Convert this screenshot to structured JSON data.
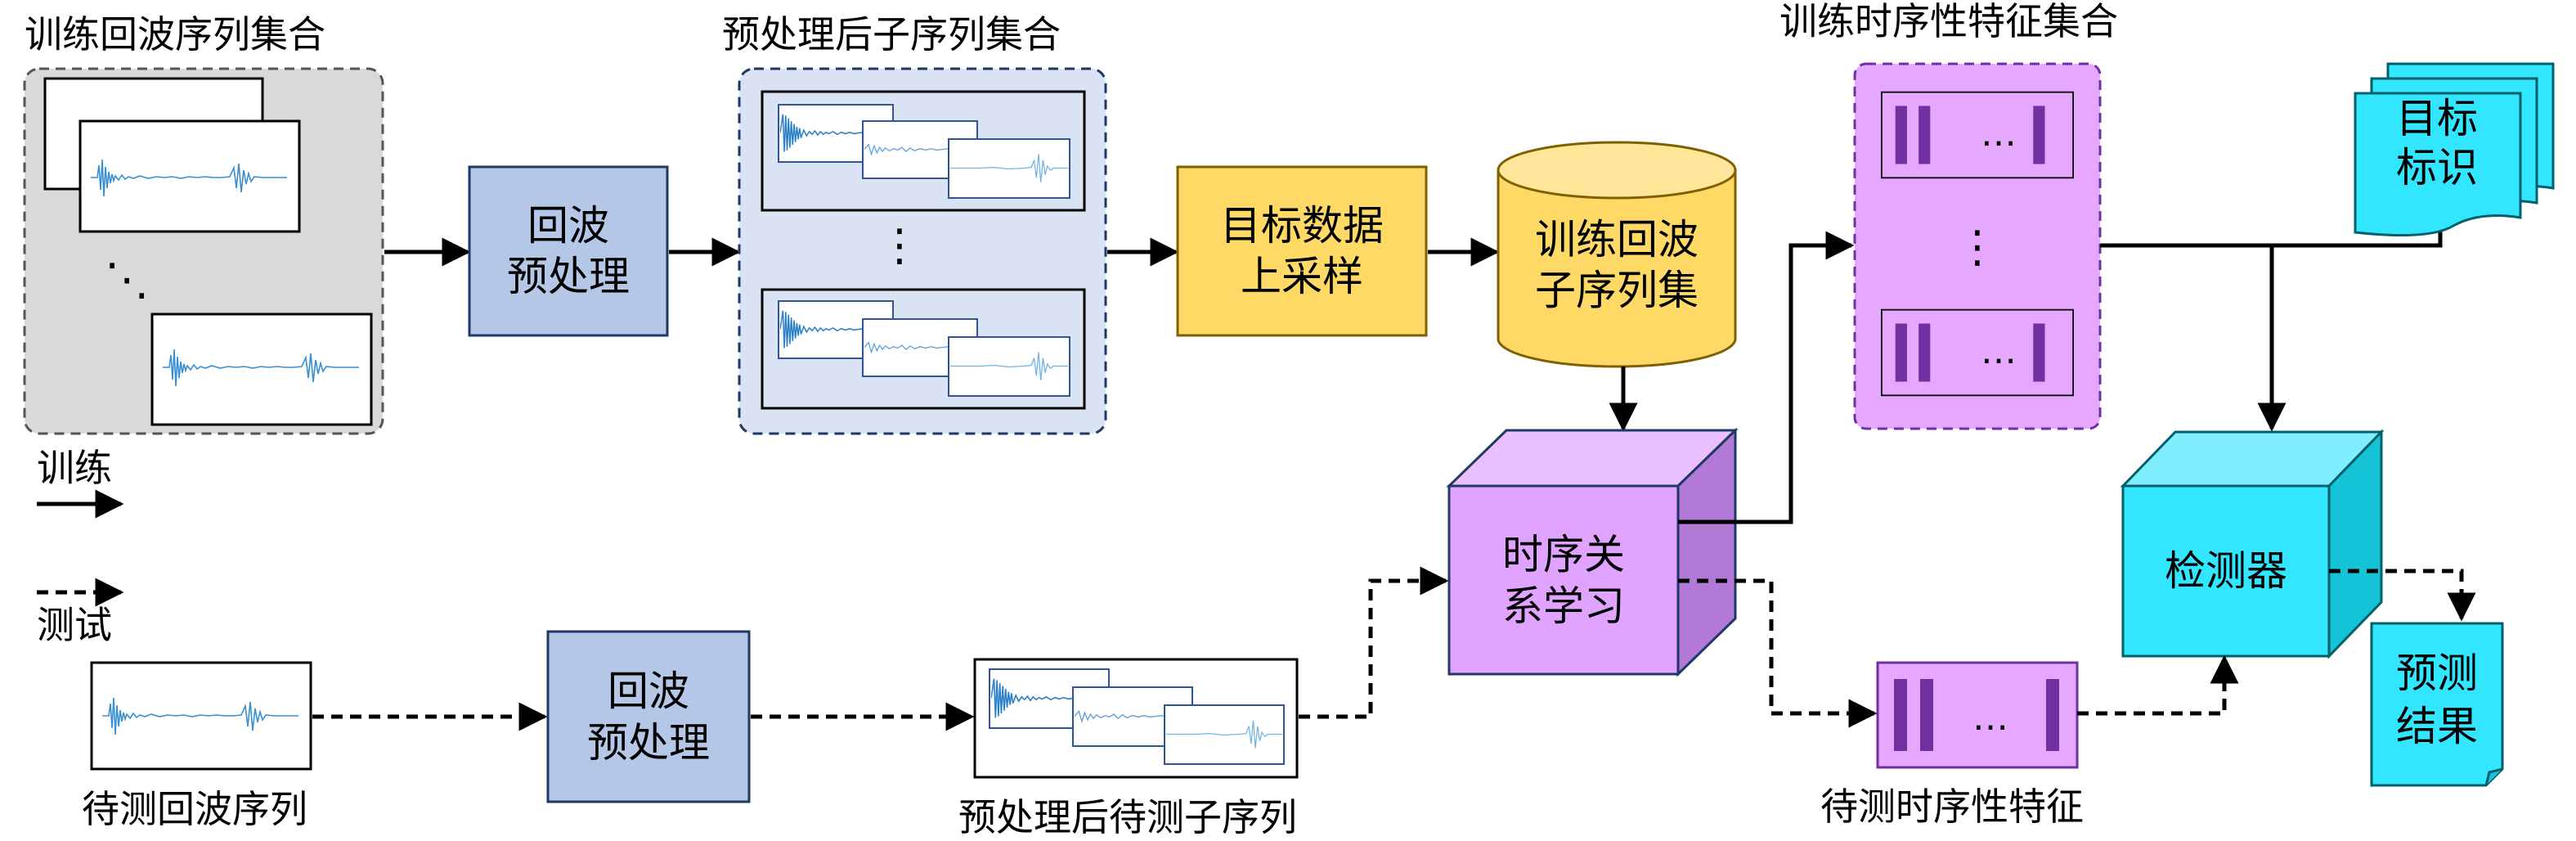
{
  "labels": {
    "train_echo_set": "训练回波序列集合",
    "preprocessed_subseq_set": "预处理后子序列集合",
    "train_temporal_feature_set": "训练时序性特征集合",
    "legend_train": "训练",
    "legend_test": "测试",
    "test_echo_seq": "待测回波序列",
    "preprocessed_test_subseq": "预处理后待测子序列",
    "test_temporal_feature": "待测时序性特征"
  },
  "nodes": {
    "preprocess_train": [
      "回波",
      "预处理"
    ],
    "preprocess_test": [
      "回波",
      "预处理"
    ],
    "upsample": [
      "目标数据",
      "上采样"
    ],
    "train_db": [
      "训练回波",
      "子序列集"
    ],
    "temporal_learning": [
      "时序关",
      "系学习"
    ],
    "detector": [
      "检测器"
    ],
    "target_label": [
      "目标",
      "标识"
    ],
    "prediction": [
      "预测",
      "结果"
    ]
  },
  "glyphs": {
    "ellipsis_h": "…",
    "ellipsis_v": "⋮",
    "ellipsis_diag": "⋱"
  },
  "colors": {
    "train_panel_bg": "#d9d9d9",
    "preprocess_fill": "#b4c7e7",
    "subseq_panel_bg": "#dae3f3",
    "upsample_fill": "#ffd966",
    "db_fill": "#ffd966",
    "cube_front": "#e0a3ff",
    "feature_panel": "#e6a8ff",
    "feature_bar": "#7030a0",
    "detector_front": "#33e6ff",
    "doc_fill": "#33e6ff",
    "waveform": "#3a8fd0",
    "border": "#203864"
  }
}
